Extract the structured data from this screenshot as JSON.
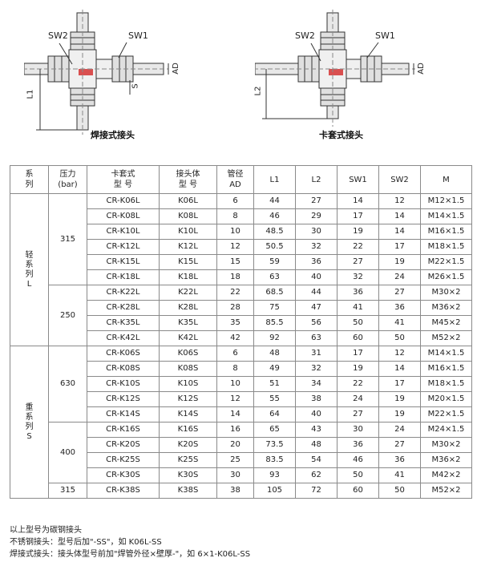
{
  "diagrams": {
    "left": {
      "caption": "焊接式接头",
      "labels": {
        "sw2": "SW2",
        "sw1": "SW1",
        "l1": "L1",
        "s": "S",
        "ad": "AD"
      }
    },
    "right": {
      "caption": "卡套式接头",
      "labels": {
        "sw2": "SW2",
        "sw1": "SW1",
        "l2": "L2",
        "ad": "AD"
      }
    }
  },
  "table": {
    "headers": [
      [
        "系",
        "列"
      ],
      [
        "压力",
        "(bar)"
      ],
      [
        "卡套式",
        "型 号"
      ],
      [
        "接头体",
        "型 号"
      ],
      [
        "管径",
        "AD"
      ],
      [
        "L1"
      ],
      [
        "L2"
      ],
      [
        "SW1"
      ],
      [
        "SW2"
      ],
      [
        "M"
      ]
    ],
    "series": [
      {
        "label": [
          "轻",
          "系",
          "列",
          "L"
        ]
      },
      {
        "label": [
          "重",
          "系",
          "列",
          "S"
        ]
      }
    ],
    "pressures": [
      "315",
      "250",
      "630",
      "400",
      "315"
    ],
    "rows": [
      [
        "CR-K06L",
        "K06L",
        "6",
        "44",
        "27",
        "14",
        "12",
        "M12×1.5"
      ],
      [
        "CR-K08L",
        "K08L",
        "8",
        "46",
        "29",
        "17",
        "14",
        "M14×1.5"
      ],
      [
        "CR-K10L",
        "K10L",
        "10",
        "48.5",
        "30",
        "19",
        "14",
        "M16×1.5"
      ],
      [
        "CR-K12L",
        "K12L",
        "12",
        "50.5",
        "32",
        "22",
        "17",
        "M18×1.5"
      ],
      [
        "CR-K15L",
        "K15L",
        "15",
        "59",
        "36",
        "27",
        "19",
        "M22×1.5"
      ],
      [
        "CR-K18L",
        "K18L",
        "18",
        "63",
        "40",
        "32",
        "24",
        "M26×1.5"
      ],
      [
        "CR-K22L",
        "K22L",
        "22",
        "68.5",
        "44",
        "36",
        "27",
        "M30×2"
      ],
      [
        "CR-K28L",
        "K28L",
        "28",
        "75",
        "47",
        "41",
        "36",
        "M36×2"
      ],
      [
        "CR-K35L",
        "K35L",
        "35",
        "85.5",
        "56",
        "50",
        "41",
        "M45×2"
      ],
      [
        "CR-K42L",
        "K42L",
        "42",
        "92",
        "63",
        "60",
        "50",
        "M52×2"
      ],
      [
        "CR-K06S",
        "K06S",
        "6",
        "48",
        "31",
        "17",
        "12",
        "M14×1.5"
      ],
      [
        "CR-K08S",
        "K08S",
        "8",
        "49",
        "32",
        "19",
        "14",
        "M16×1.5"
      ],
      [
        "CR-K10S",
        "K10S",
        "10",
        "51",
        "34",
        "22",
        "17",
        "M18×1.5"
      ],
      [
        "CR-K12S",
        "K12S",
        "12",
        "55",
        "38",
        "24",
        "19",
        "M20×1.5"
      ],
      [
        "CR-K14S",
        "K14S",
        "14",
        "64",
        "40",
        "27",
        "19",
        "M22×1.5"
      ],
      [
        "CR-K16S",
        "K16S",
        "16",
        "65",
        "43",
        "30",
        "24",
        "M24×1.5"
      ],
      [
        "CR-K20S",
        "K20S",
        "20",
        "73.5",
        "48",
        "36",
        "27",
        "M30×2"
      ],
      [
        "CR-K25S",
        "K25S",
        "25",
        "83.5",
        "54",
        "46",
        "36",
        "M36×2"
      ],
      [
        "CR-K30S",
        "K30S",
        "30",
        "93",
        "62",
        "50",
        "41",
        "M42×2"
      ],
      [
        "CR-K38S",
        "K38S",
        "38",
        "105",
        "72",
        "60",
        "50",
        "M52×2"
      ]
    ]
  },
  "notes": [
    "以上型号为碳钢接头",
    "不锈钢接头：型号后加\"-SS\"，如 K06L-SS",
    "焊接式接头：接头体型号前加\"焊管外径×壁厚-\"，如 6×1-K06L-SS"
  ]
}
